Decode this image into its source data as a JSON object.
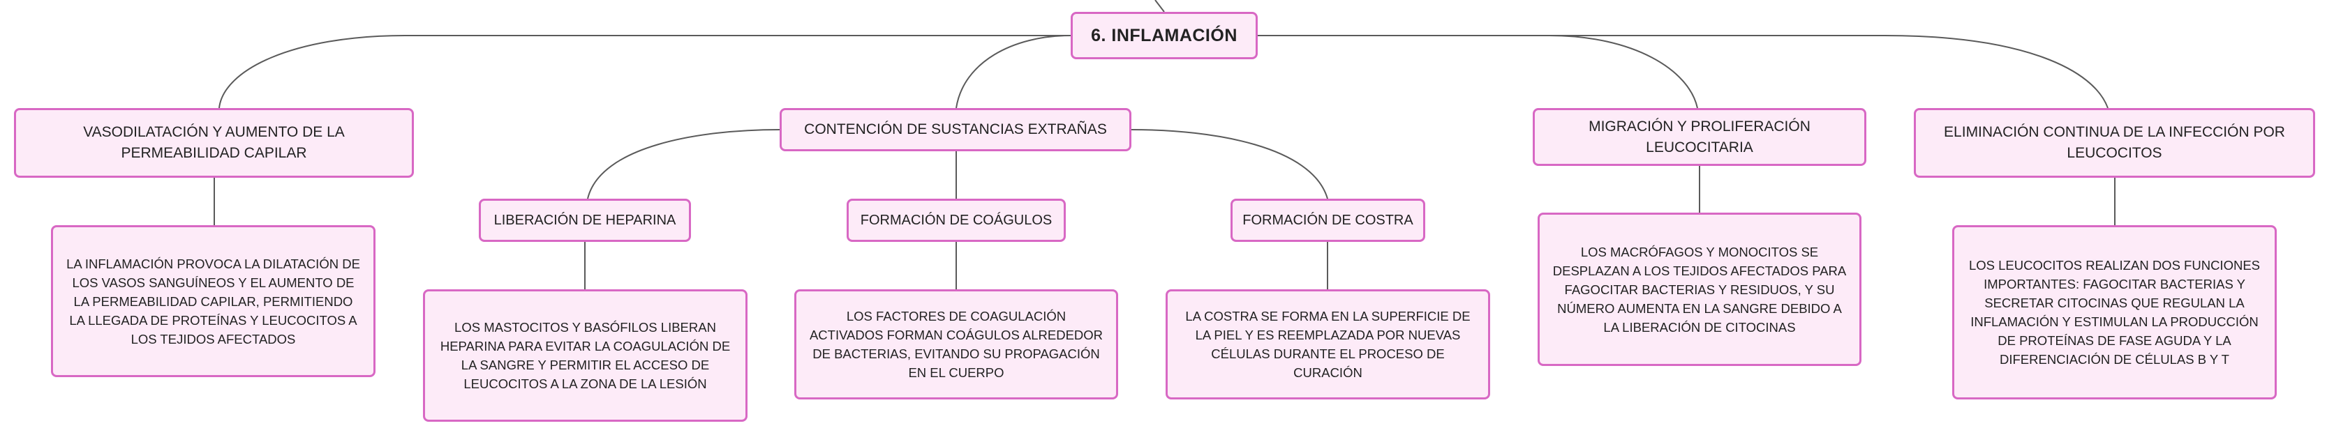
{
  "diagram": {
    "root": "6. INFLAMACIÓN",
    "branches": [
      {
        "title": "VASODILATACIÓN Y AUMENTO DE LA PERMEABILIDAD CAPILAR",
        "description": "LA INFLAMACIÓN PROVOCA LA DILATACIÓN DE LOS VASOS SANGUÍNEOS Y EL AUMENTO DE LA PERMEABILIDAD CAPILAR, PERMITIENDO LA LLEGADA DE PROTEÍNAS Y LEUCOCITOS A LOS TEJIDOS AFECTADOS"
      },
      {
        "title": "CONTENCIÓN DE SUSTANCIAS EXTRAÑAS",
        "children": [
          {
            "title": "LIBERACIÓN DE HEPARINA",
            "description": "LOS MASTOCITOS Y BASÓFILOS LIBERAN HEPARINA PARA EVITAR LA COAGULACIÓN DE LA SANGRE Y PERMITIR EL ACCESO DE LEUCOCITOS A LA ZONA DE LA LESIÓN"
          },
          {
            "title": "FORMACIÓN DE COÁGULOS",
            "description": "LOS FACTORES DE COAGULACIÓN ACTIVADOS FORMAN COÁGULOS ALREDEDOR DE BACTERIAS, EVITANDO SU PROPAGACIÓN EN EL CUERPO"
          },
          {
            "title": "FORMACIÓN DE COSTRA",
            "description": "LA COSTRA SE FORMA EN LA SUPERFICIE DE LA PIEL Y ES REEMPLAZADA POR NUEVAS CÉLULAS DURANTE EL PROCESO DE CURACIÓN"
          }
        ]
      },
      {
        "title": "MIGRACIÓN Y PROLIFERACIÓN LEUCOCITARIA",
        "description": "LOS MACRÓFAGOS Y MONOCITOS SE DESPLAZAN A LOS TEJIDOS AFECTADOS PARA FAGOCITAR BACTERIAS Y RESIDUOS, Y SU NÚMERO AUMENTA EN LA SANGRE DEBIDO A LA LIBERACIÓN DE CITOCINAS"
      },
      {
        "title": "ELIMINACIÓN CONTINUA DE LA INFECCIÓN POR LEUCOCITOS",
        "description": "LOS LEUCOCITOS REALIZAN DOS FUNCIONES IMPORTANTES: FAGOCITAR BACTERIAS Y SECRETAR CITOCINAS QUE REGULAN LA INFLAMACIÓN Y ESTIMULAN LA PRODUCCIÓN DE PROTEÍNAS DE FASE AGUDA Y LA DIFERENCIACIÓN DE CÉLULAS B Y T"
      }
    ]
  },
  "colors": {
    "node_fill": "#fdebf8",
    "node_border": "#d868c4",
    "connector": "#5a5a5a",
    "text": "#222222"
  }
}
